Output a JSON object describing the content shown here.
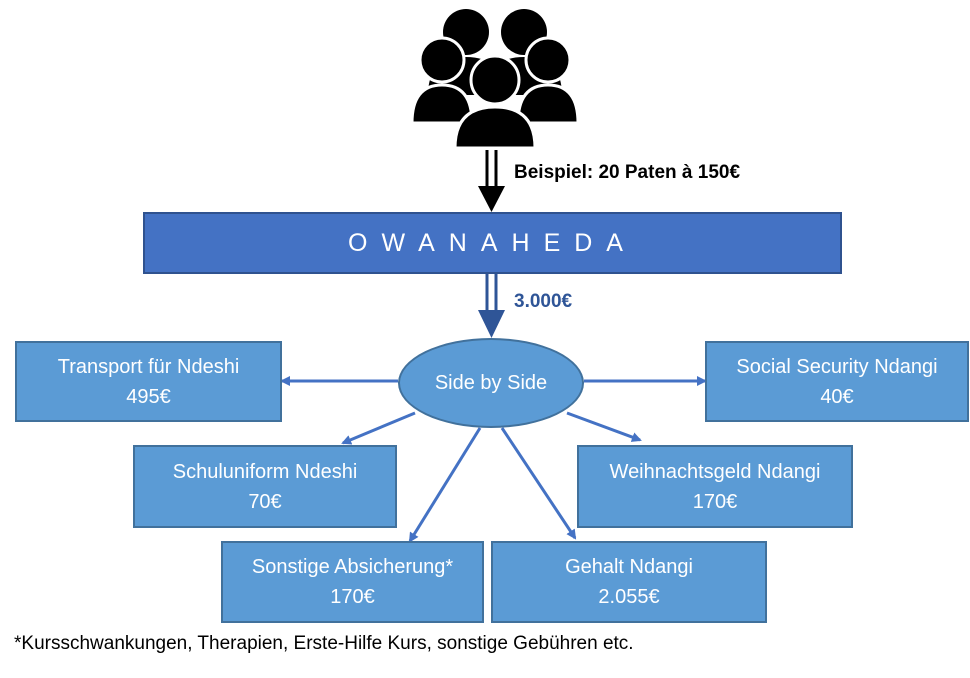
{
  "diagram": {
    "top_label": "Beispiel: 20 Paten à 150€",
    "organization": "OWANAHEDA",
    "amount": "3.000€",
    "hub": "Side by Side",
    "items": [
      {
        "title": "Transport für Ndeshi",
        "value": "495€"
      },
      {
        "title": "Social Security Ndangi",
        "value": "40€"
      },
      {
        "title": "Schuluniform Ndeshi",
        "value": "70€"
      },
      {
        "title": "Weihnachtsgeld Ndangi",
        "value": "170€"
      },
      {
        "title": "Sonstige Absicherung*",
        "value": "170€"
      },
      {
        "title": "Gehalt Ndangi",
        "value": "2.055€"
      }
    ],
    "footnote": "*Kursschwankungen, Therapien, Erste-Hilfe Kurs, sonstige Gebühren etc.",
    "icon": "people-group-icon",
    "colors": {
      "box_fill": "#5b9bd5",
      "box_border": "#41719c",
      "main_fill": "#4472c4",
      "arrow": "#4472c4",
      "text_accent": "#2f5597"
    }
  }
}
